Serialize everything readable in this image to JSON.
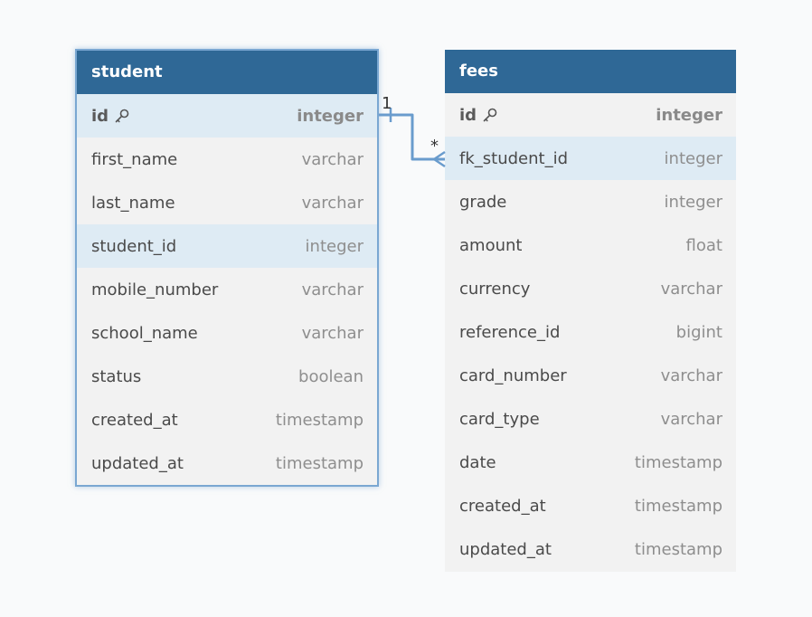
{
  "tables": {
    "student": {
      "name": "student",
      "columns": [
        {
          "name": "id",
          "type": "integer"
        },
        {
          "name": "first_name",
          "type": "varchar"
        },
        {
          "name": "last_name",
          "type": "varchar"
        },
        {
          "name": "student_id",
          "type": "integer"
        },
        {
          "name": "mobile_number",
          "type": "varchar"
        },
        {
          "name": "school_name",
          "type": "varchar"
        },
        {
          "name": "status",
          "type": "boolean"
        },
        {
          "name": "created_at",
          "type": "timestamp"
        },
        {
          "name": "updated_at",
          "type": "timestamp"
        }
      ]
    },
    "fees": {
      "name": "fees",
      "columns": [
        {
          "name": "id",
          "type": "integer"
        },
        {
          "name": "fk_student_id",
          "type": "integer"
        },
        {
          "name": "grade",
          "type": "integer"
        },
        {
          "name": "amount",
          "type": "float"
        },
        {
          "name": "currency",
          "type": "varchar"
        },
        {
          "name": "reference_id",
          "type": "bigint"
        },
        {
          "name": "card_number",
          "type": "varchar"
        },
        {
          "name": "card_type",
          "type": "varchar"
        },
        {
          "name": "date",
          "type": "timestamp"
        },
        {
          "name": "created_at",
          "type": "timestamp"
        },
        {
          "name": "updated_at",
          "type": "timestamp"
        }
      ]
    }
  },
  "relationship": {
    "one_label": "1",
    "many_label": "*"
  },
  "icons": {
    "primary_key": "key-icon"
  },
  "colors": {
    "header": "#2f6896",
    "highlight_row": "#deebf4",
    "connector": "#6a9ccd"
  }
}
